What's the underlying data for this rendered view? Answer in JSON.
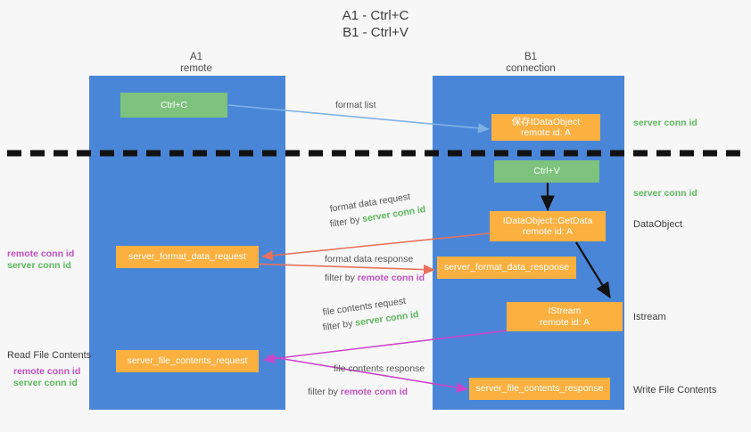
{
  "title": {
    "line1": "A1 - Ctrl+C",
    "line2": "B1 - Ctrl+V"
  },
  "lanes": [
    {
      "name": "A1",
      "sub": "remote"
    },
    {
      "name": "B1",
      "sub": "connection"
    }
  ],
  "boxes": {
    "ctrl_c": {
      "line1": "Ctrl+C"
    },
    "ctrl_v": {
      "line1": "Ctrl+V"
    },
    "idataobject_store": {
      "line1": "保存IDataObject",
      "line2": "remote id: A"
    },
    "idataobject_getdata": {
      "line1": "IDataObject::GetData",
      "line2": "remote id: A"
    },
    "istream": {
      "line1": "IStream",
      "line2": "remote id: A"
    },
    "format_data_request": {
      "line1": "server_format_data_request"
    },
    "format_data_response": {
      "line1": "server_format_data_response"
    },
    "file_contents_request": {
      "line1": "server_file_contents_request"
    },
    "file_contents_response": {
      "line1": "server_file_contents_response"
    }
  },
  "edges": {
    "format_list": {
      "text": "format list"
    },
    "format_data_request": {
      "line1": "format data request",
      "filter_prefix": "filter by ",
      "filter_value": "server conn id"
    },
    "format_data_response": {
      "line1": "format data response",
      "filter_prefix": "filter by ",
      "filter_value": "remote conn id"
    },
    "file_contents_request": {
      "line1": "file contents request",
      "filter_prefix": "filter by ",
      "filter_value": "server conn id"
    },
    "file_contents_response": {
      "line1": "file contents response",
      "filter_prefix": "filter by ",
      "filter_value": "remote conn id"
    }
  },
  "right_labels": {
    "server_conn_id_top": "server conn id",
    "server_conn_id_mid": "server conn id",
    "dataobject": "DataObject",
    "istream": "Istream",
    "write_file_contents": "Write File Contents"
  },
  "left_labels": {
    "remote_conn_id_1": "remote conn id",
    "server_conn_id_1": "server conn id",
    "read_file_contents": "Read File Contents",
    "remote_conn_id_2": "remote conn id",
    "server_conn_id_2": "server conn id"
  },
  "colors": {
    "lane": "#4a86d8",
    "green_box": "#7dc27d",
    "orange_box": "#fbb040",
    "green_text": "#5cb85c",
    "magenta_text": "#c050c0",
    "arrow_blue": "#7fb2e5",
    "arrow_red": "#e8705a",
    "arrow_magenta": "#cc44cc",
    "arrow_black": "#111111",
    "divider": "#111111",
    "background": "#f7f7f7"
  }
}
